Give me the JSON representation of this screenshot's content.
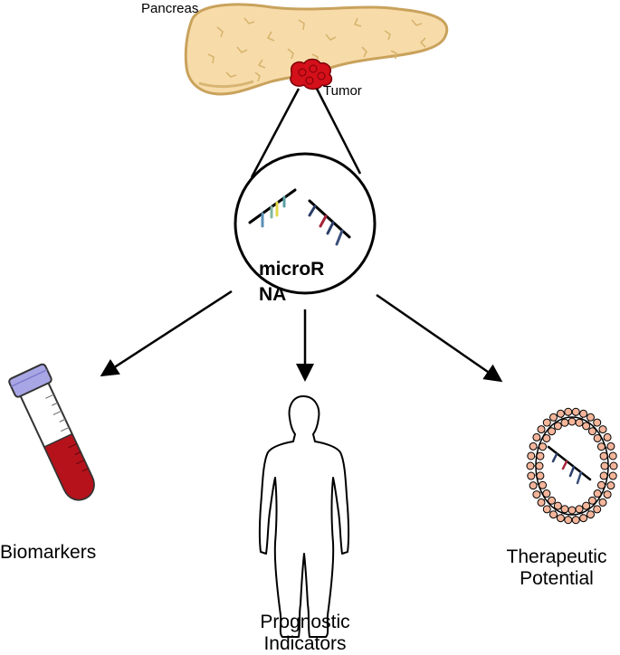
{
  "labels": {
    "pancreas": "Pancreas",
    "tumor": "Tumor",
    "mirna": "microRNA",
    "biomarkers": "Biomarkers",
    "prognostic": "Prognostic Indicators",
    "therapeutic": "Therapeutic Potential"
  },
  "colors": {
    "pancreas_fill": "#f7dcaa",
    "pancreas_stroke": "#c9a25c",
    "tumor": "#d4101a",
    "blood": "#b5121b",
    "cap": "#a9a6e6",
    "liposome": "#f4b59a",
    "line": "#000000"
  },
  "icons": [
    "pancreas-icon",
    "tumor-icon",
    "mirna-strand-icon",
    "blood-tube-icon",
    "human-body-icon",
    "liposome-icon"
  ]
}
